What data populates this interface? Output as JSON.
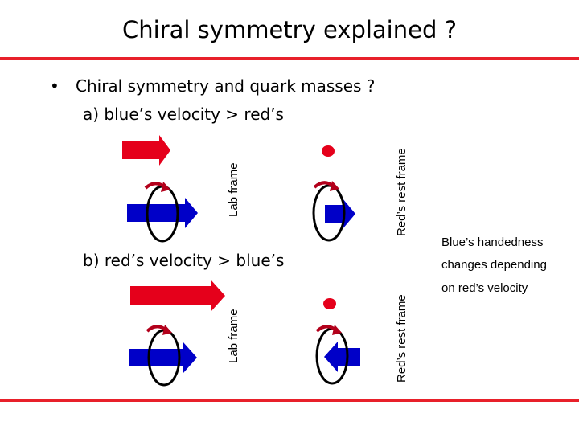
{
  "slide": {
    "title": "Chiral symmetry explained ?",
    "bullet": "Chiral symmetry and quark masses ?",
    "case_a": "a) blue’s velocity > red’s",
    "case_b": "b) red’s velocity > blue’s"
  },
  "labels": {
    "lab_frame_a": "Lab frame",
    "rest_frame_a": "Red’s rest frame",
    "lab_frame_b": "Lab frame",
    "rest_frame_b": "Red’s rest frame"
  },
  "note": {
    "line1": "Blue’s handedness",
    "line2": "changes depending",
    "line3": "on red’s velocity"
  },
  "colors": {
    "accent_rule": "#e8202a",
    "red_particle": "#e5001b",
    "blue_particle": "#0000c8",
    "spin_arrow": "#b3001b"
  }
}
